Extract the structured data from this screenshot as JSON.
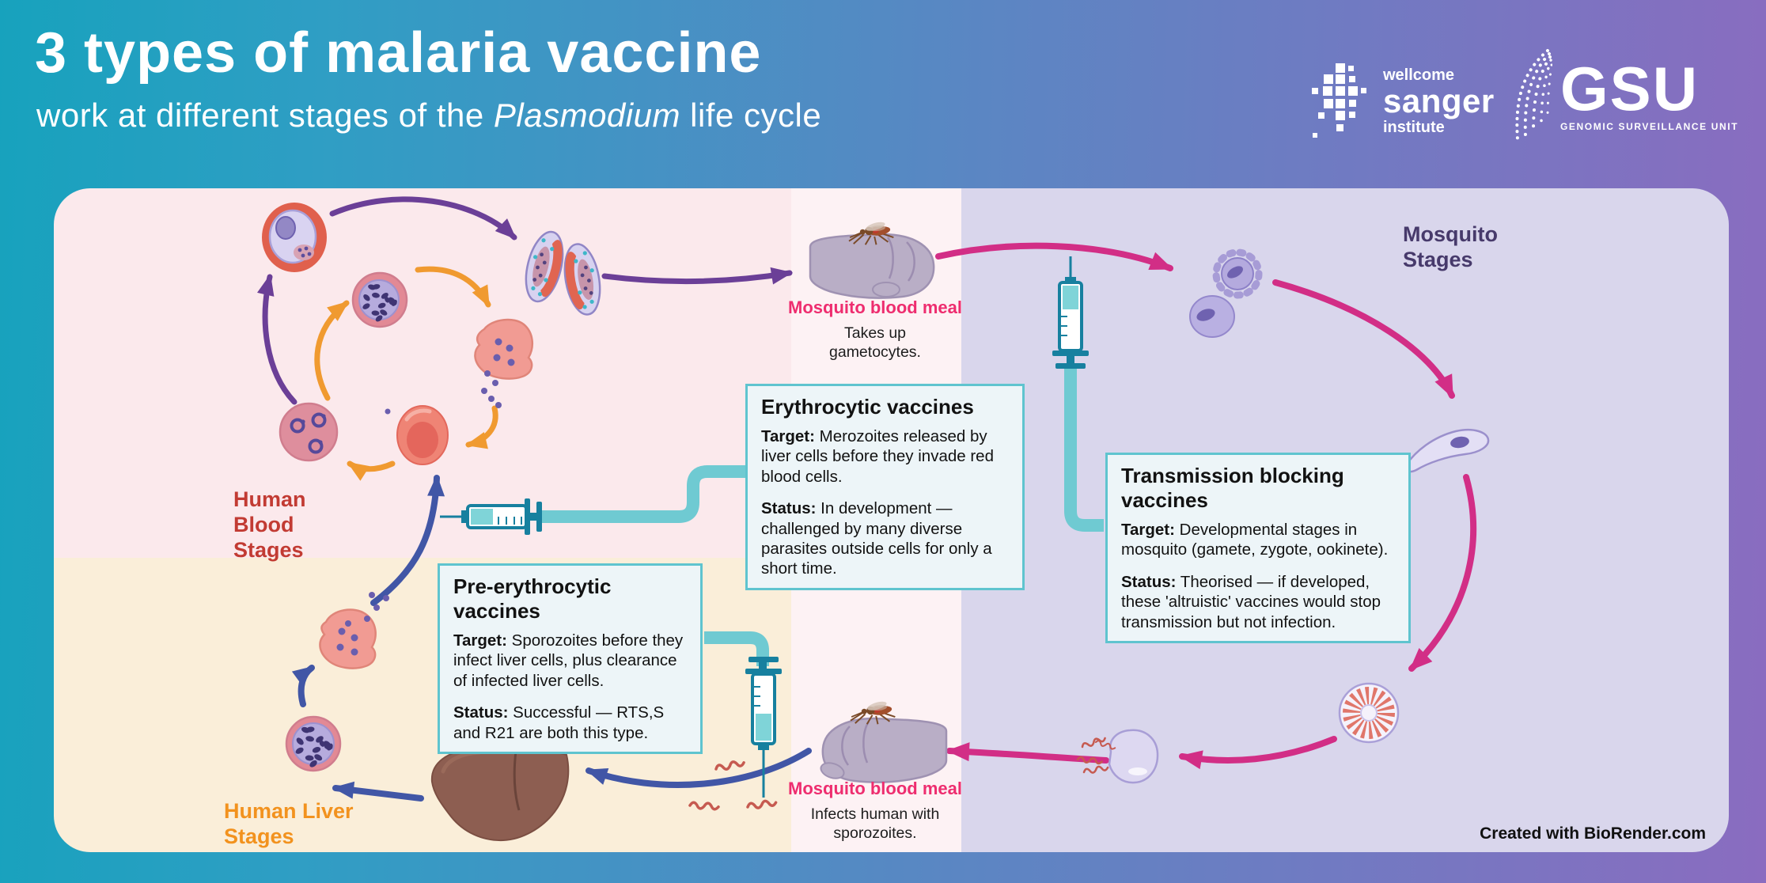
{
  "header": {
    "title": "3 types of malaria vaccine",
    "subtitle": {
      "prefix": "work at different stages of the ",
      "italic": "Plasmodium",
      "suffix": " life cycle"
    },
    "logos": {
      "sanger": {
        "line1": "wellcome",
        "line2": "sanger",
        "line3": "institute"
      },
      "gsu": {
        "acronym": "GSU",
        "caption": "GENOMIC SURVEILLANCE UNIT"
      }
    }
  },
  "regions": {
    "human_blood": {
      "label": "Human Blood Stages"
    },
    "human_liver": {
      "label": "Human Liver Stages"
    },
    "mosquito": {
      "label": "Mosquito Stages"
    }
  },
  "blood_meals": {
    "top": {
      "title": "Mosquito blood meal",
      "caption": "Takes up gametocytes."
    },
    "bottom": {
      "title": "Mosquito blood meal",
      "caption": "Infects human with sporozoites."
    }
  },
  "boxes": {
    "erythrocytic": {
      "title": "Erythrocytic vaccines",
      "target_label": "Target:",
      "target_text": " Merozoites released by liver cells before they invade red blood cells.",
      "status_label": "Status:",
      "status_text": " In development — challenged by many diverse parasites outside cells for only a short time."
    },
    "pre_erythrocytic": {
      "title": "Pre-erythrocytic vaccines",
      "target_label": "Target:",
      "target_text": " Sporozoites before they infect liver cells, plus clearance of infected liver cells.",
      "status_label": "Status:",
      "status_text": " Successful — RTS,S and R21 are both this type."
    },
    "transmission": {
      "title": "Transmission blocking vaccines",
      "target_label": "Target:",
      "target_text": " Developmental stages in mosquito (gamete, zygote, ookinete).",
      "status_label": "Status:",
      "status_text": " Theorised — if developed, these 'altruistic' vaccines would stop transmission but not infection."
    }
  },
  "footer": {
    "credit": "Created with BioRender.com"
  },
  "palette": {
    "page_teal": "#17a2bd",
    "page_purple": "#8a6cc0",
    "blood_bg": "#fbe9ec",
    "liver_bg": "#faeed9",
    "center_bg": "#fdf2f4",
    "mosquito_bg": "#d9d6ec",
    "blood_label": "#c23b33",
    "liver_label": "#f2921e",
    "mosquito_label": "#473a6b",
    "meal_label": "#ee2d6f",
    "arrow_purple": "#6b3f97",
    "arrow_orange": "#f09a30",
    "arrow_pink": "#d22e86",
    "arrow_blue": "#4156a6",
    "box_border": "#5fc4cf",
    "box_bg": "#edf5f8",
    "syringe_teal": "#17809f",
    "pipe_teal": "#6fcad2"
  }
}
